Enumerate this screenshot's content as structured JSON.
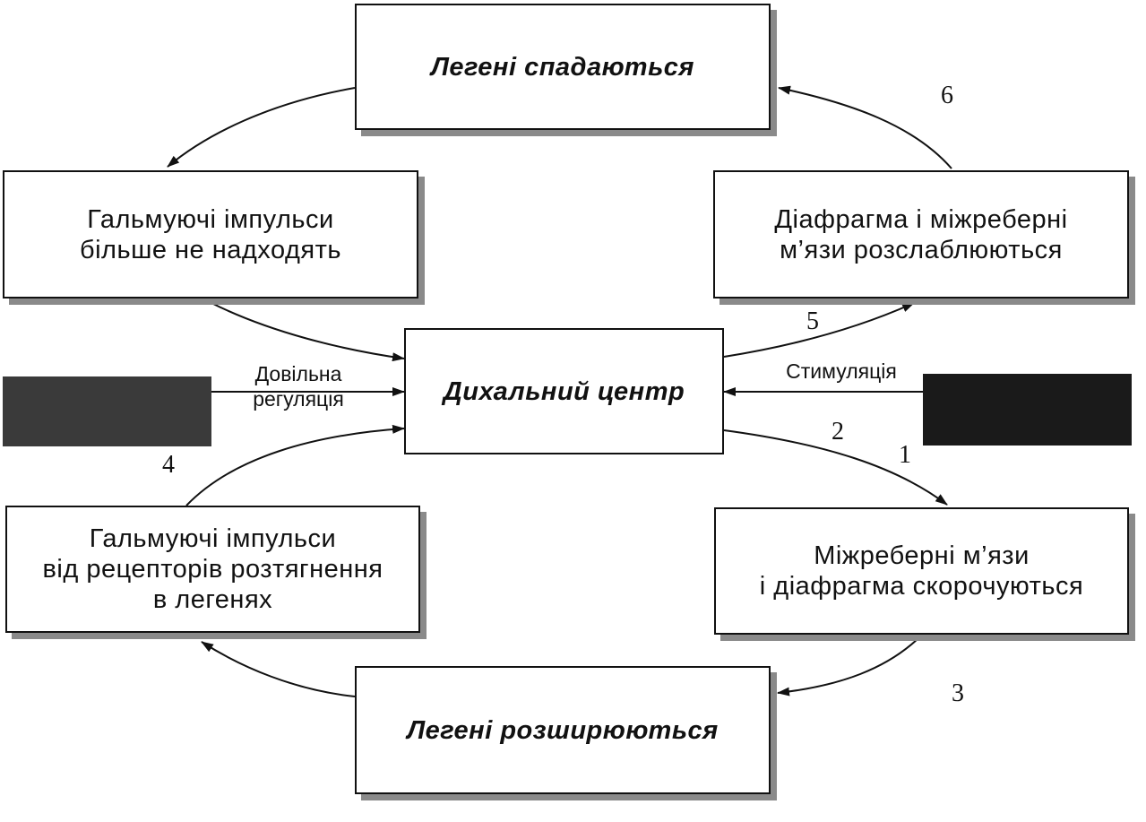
{
  "boxes": {
    "lungs_collapse": "Легені спадаються",
    "inhibitory_stop": "Гальмуючі імпульси\nбільше не надходять",
    "muscles_relax": "Діафрагма і міжреберні\nм’язи розслаблюються",
    "respiratory_center": "Дихальний центр",
    "inhibitory_receptors": "Гальмуючі імпульси\nвід рецепторів розтягнення\nв легенях",
    "muscles_contract": "Міжреберні м’язи\nі діафрагма скорочуються",
    "lungs_expand": "Легені розширюються"
  },
  "labels": {
    "voluntary_regulation": "Довільна\nрегуляція",
    "stimulation": "Стимуляція"
  },
  "numbers": {
    "n1": "1",
    "n2": "2",
    "n3": "3",
    "n4": "4",
    "n5": "5",
    "n6": "6"
  },
  "colors": {
    "line": "#111111",
    "shadow": "#8a8a8a",
    "dark_block_left": "#3a3a3a",
    "dark_block_right": "#1a1a1a"
  }
}
